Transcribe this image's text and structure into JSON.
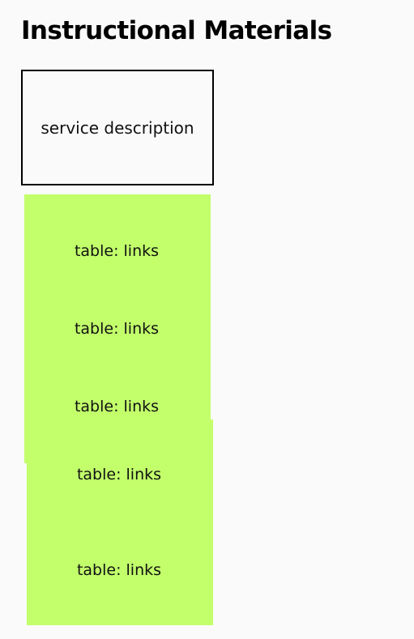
{
  "page": {
    "title": "Instructional Materials"
  },
  "service_box": {
    "label": "service description"
  },
  "sticky_notes": {
    "fill": "#c2ff6b",
    "labels": [
      "table: links",
      "table: links",
      "table: links",
      "table: links",
      "table: links"
    ]
  }
}
